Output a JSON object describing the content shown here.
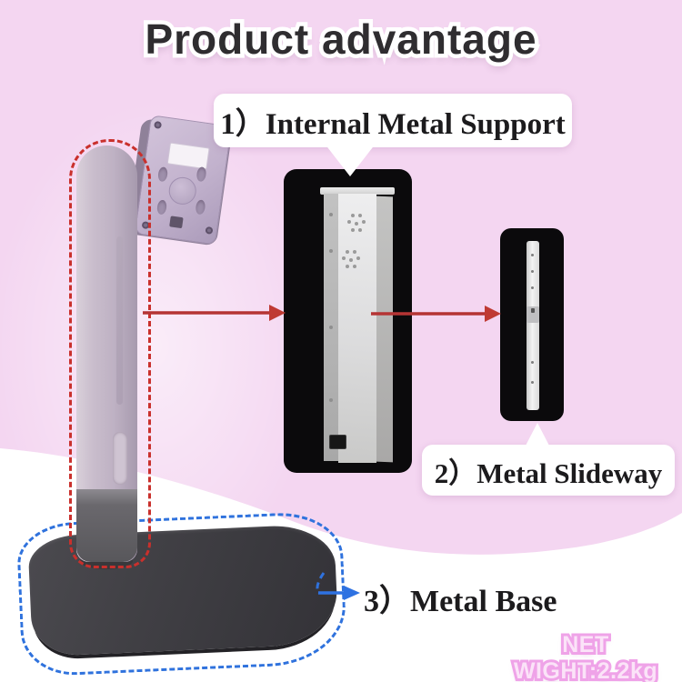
{
  "header": {
    "title": "Product advantage"
  },
  "callouts": {
    "support": {
      "label": "1）Internal Metal Support"
    },
    "slideway": {
      "label": "2）Metal Slideway"
    },
    "base": {
      "label": "3）Metal Base"
    }
  },
  "footer": {
    "net_weight": "NET WIGHT:2.2kg"
  },
  "colors": {
    "background_pink": "#f4d6f1",
    "background_white_blob": "#ffffff",
    "bubble_white": "#ffffff",
    "label_text": "#1c1b1d",
    "title_text": "#2f2d30",
    "title_outline": "#ffffff",
    "panel_black": "#0b0a0c",
    "highlight_red": "#c9302c",
    "highlight_blue": "#2f72dd",
    "net_weight_fill": "#fbe3f8",
    "net_weight_stroke": "#efa3e8"
  },
  "figure": {
    "description_names": {
      "stand": "monitor-stand-photo",
      "pole_outline": "red-dashed-pole-outline",
      "base_outline": "blue-dashed-base-outline",
      "panel_1": "internal-metal-support-photo",
      "panel_2": "metal-slideway-photo"
    }
  }
}
